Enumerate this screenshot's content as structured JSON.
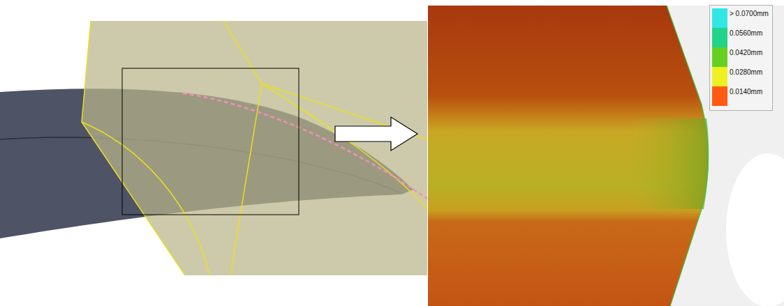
{
  "diagram": {
    "legend": [
      {
        "text": "> 0.0700mm",
        "color": "#33e6e6"
      },
      {
        "text": "0.0560mm",
        "color": "#22d48a"
      },
      {
        "text": "0.0420mm",
        "color": "#66d022"
      },
      {
        "text": "0.0280mm",
        "color": "#eef022"
      },
      {
        "text": "0.0140mm",
        "color": "#ff5a14"
      }
    ]
  }
}
